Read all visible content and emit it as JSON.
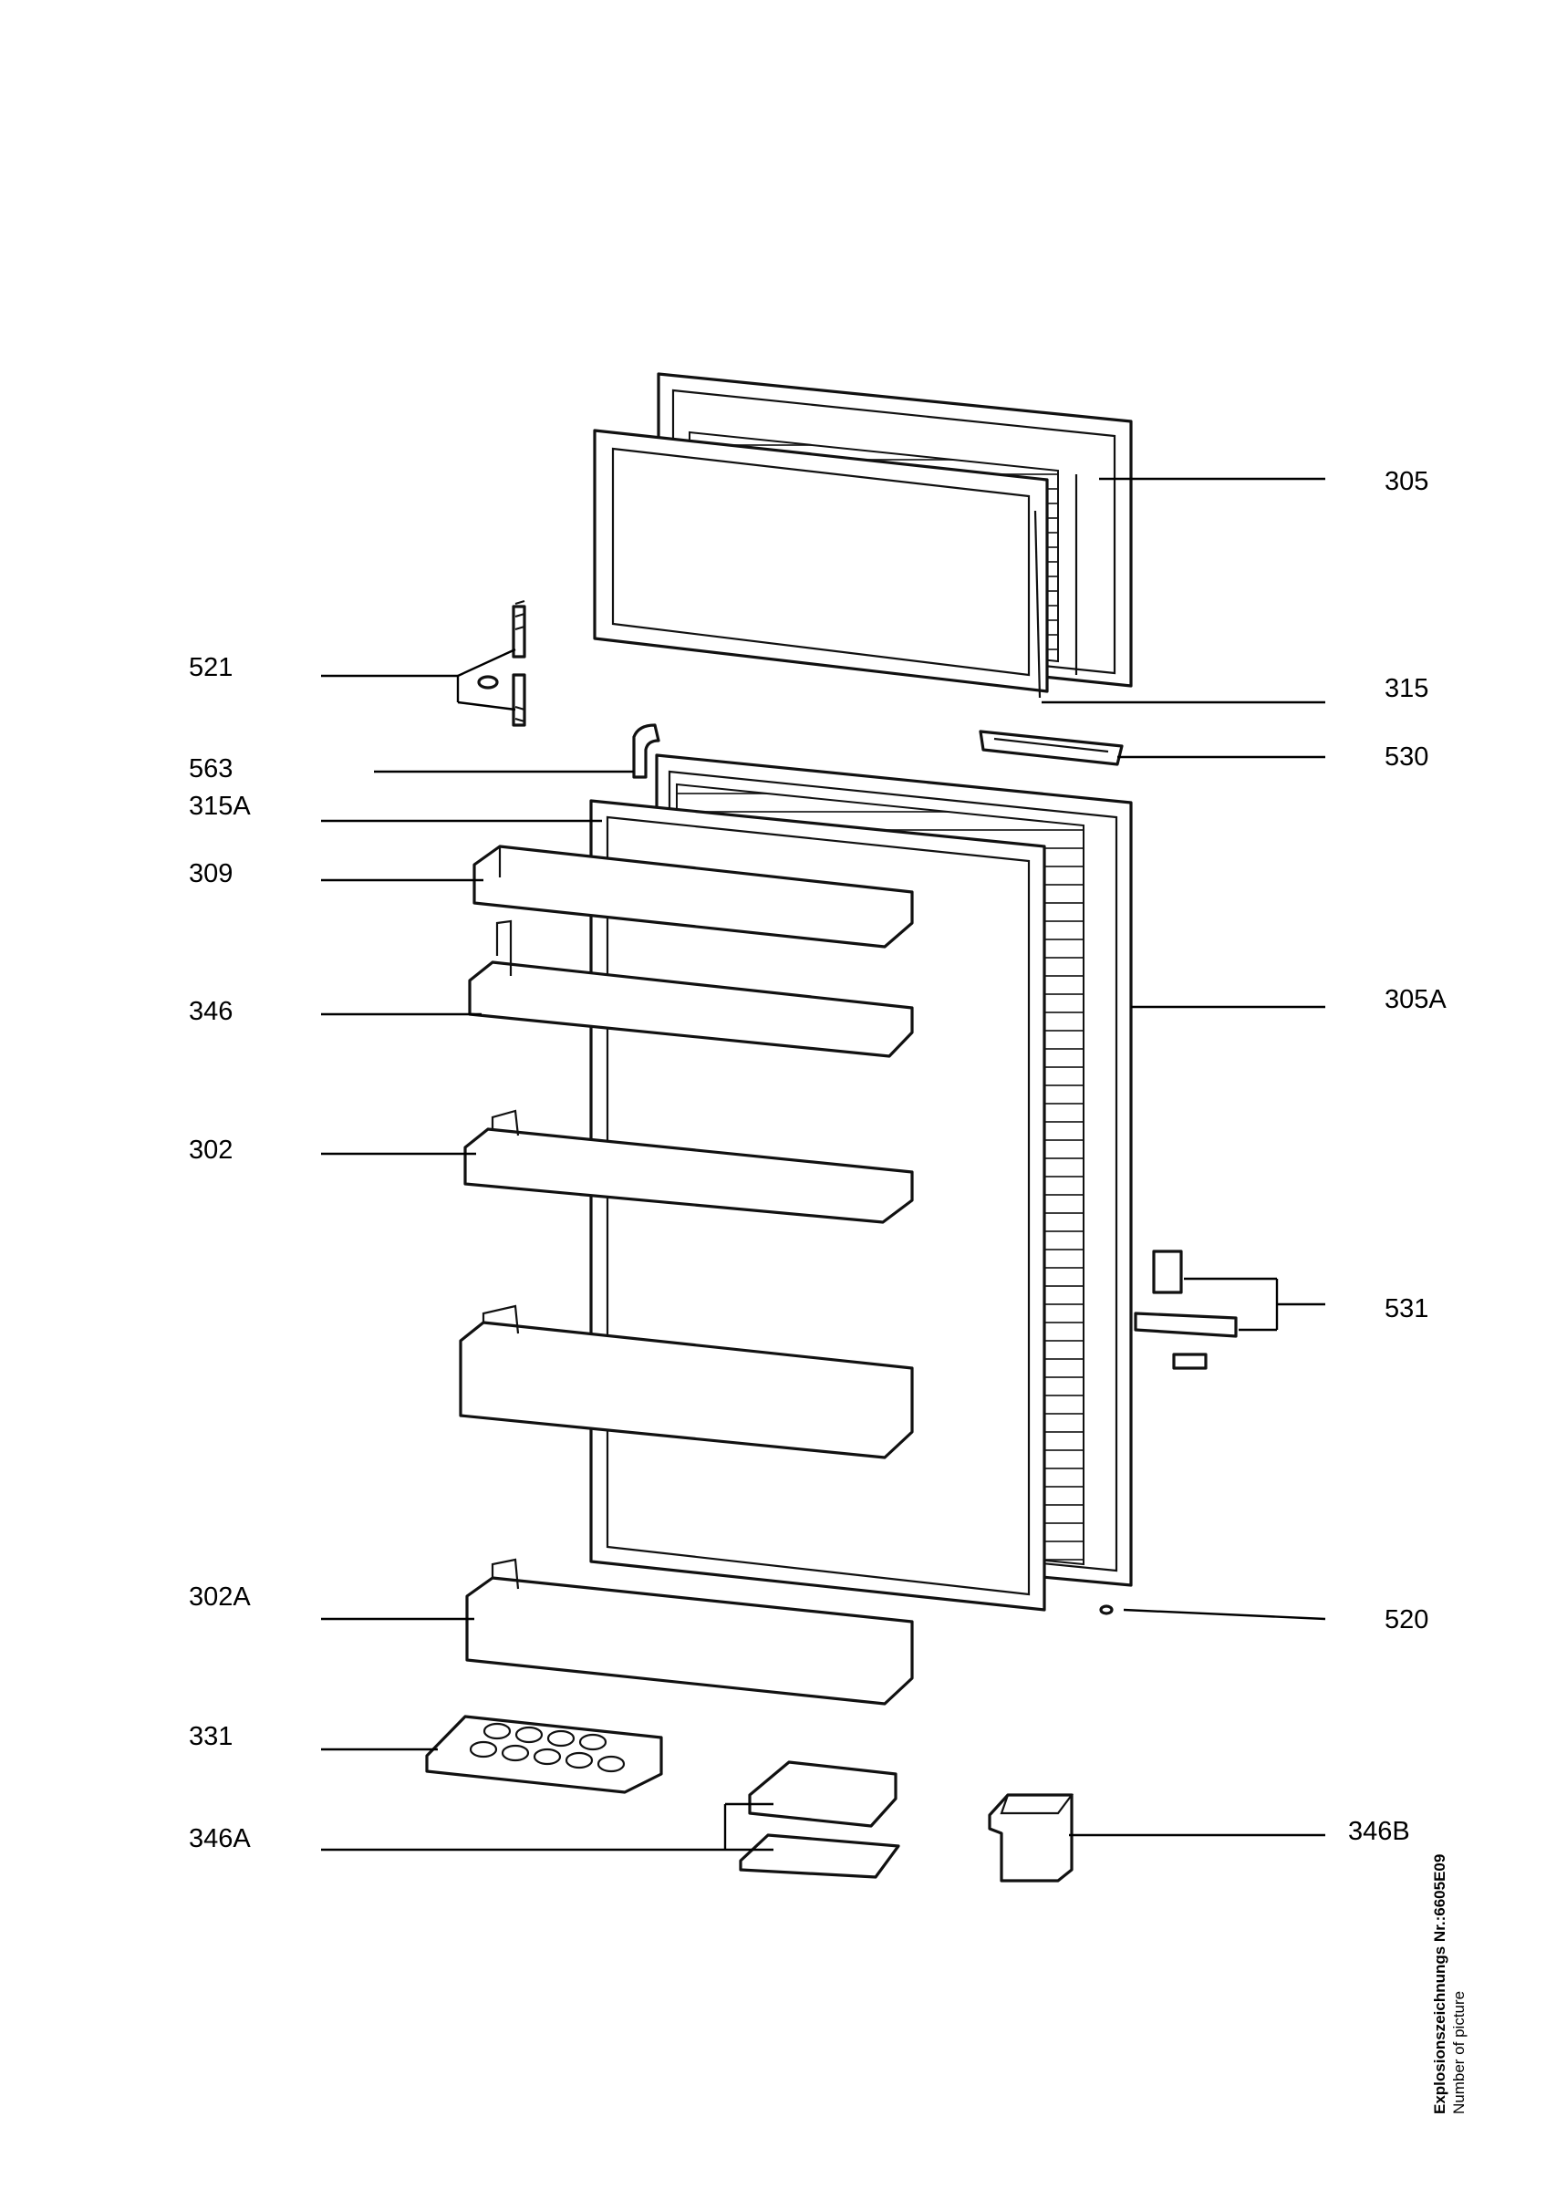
{
  "labels": {
    "l305": "305",
    "l315": "315",
    "l530": "530",
    "l521": "521",
    "l563": "563",
    "l315A": "315A",
    "l309": "309",
    "l346": "346",
    "l305A": "305A",
    "l302": "302",
    "l531": "531",
    "l302A": "302A",
    "l520": "520",
    "l331": "331",
    "l346A": "346A",
    "l346B": "346B"
  },
  "caption": {
    "drawing_number": "Explosionszeichnungs Nr.:6605E09",
    "subtitle": "Number of picture"
  }
}
